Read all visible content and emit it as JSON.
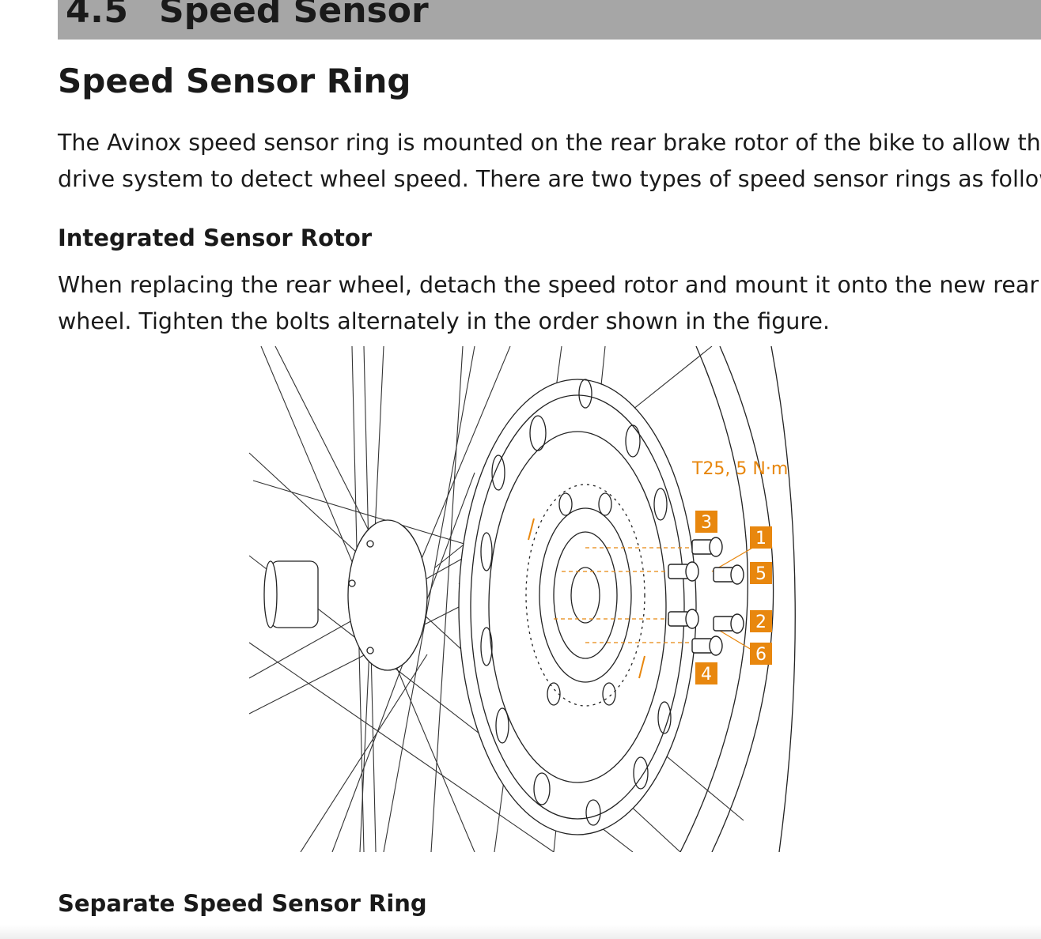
{
  "section": {
    "number": "4.5",
    "title": "Speed Sensor"
  },
  "heading": "Speed Sensor Ring",
  "intro": {
    "line1": "The Avinox speed sensor ring is mounted on the rear brake rotor of the bike to allow the",
    "line2": "drive system to detect wheel speed. There are two types of speed sensor rings as follows"
  },
  "integrated": {
    "title": "Integrated Sensor Rotor",
    "line1": "When replacing the rear wheel, detach the speed rotor and mount it onto the new rear",
    "line2": "wheel. Tighten the bolts alternately in the order shown in the figure."
  },
  "figure": {
    "torque_label": "T25, 5 N·m",
    "bolt_labels": [
      "1",
      "2",
      "3",
      "4",
      "5",
      "6"
    ],
    "accent_color": "#e8870e"
  },
  "separate": {
    "title": "Separate Speed Sensor Ring"
  }
}
